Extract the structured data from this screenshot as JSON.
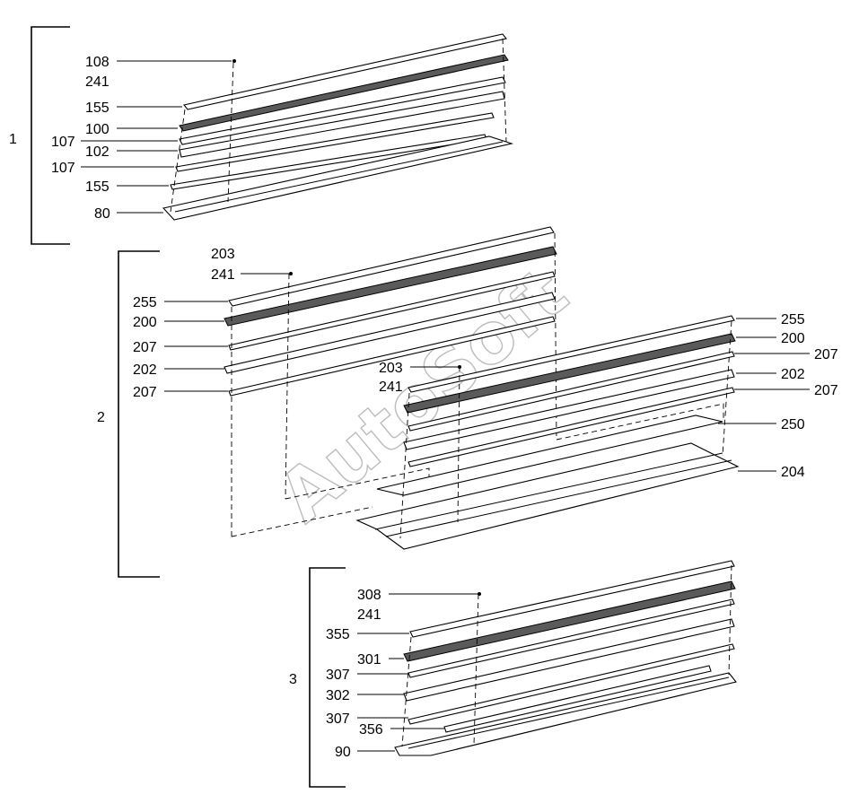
{
  "watermark": "AutoSoft",
  "groups": [
    {
      "id": "1",
      "label": "1",
      "labels": [
        "108",
        "241",
        "155",
        "100",
        "107",
        "102",
        "107",
        "155",
        "80"
      ]
    },
    {
      "id": "2",
      "label": "2",
      "labels_left": [
        "203",
        "241",
        "255",
        "200",
        "207",
        "202",
        "207"
      ],
      "labels_center": [
        "203",
        "241"
      ],
      "labels_right": [
        "255",
        "200",
        "207",
        "202",
        "207",
        "250",
        "204"
      ]
    },
    {
      "id": "3",
      "label": "3",
      "labels": [
        "308",
        "241",
        "355",
        "301",
        "307",
        "302",
        "307",
        "356",
        "90"
      ]
    }
  ]
}
